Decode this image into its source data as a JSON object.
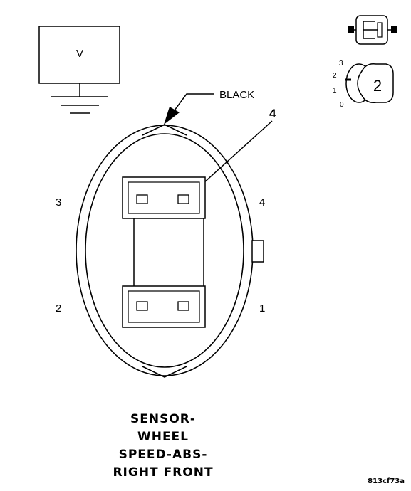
{
  "meter": {
    "label": "V"
  },
  "wire_color": "BLACK",
  "callout": "4",
  "pins": {
    "p1": "1",
    "p2": "2",
    "p3": "3",
    "p4": "4"
  },
  "position_icon": {
    "ticks": [
      "3",
      "2",
      "1",
      "0"
    ],
    "number": "2"
  },
  "title": {
    "line1": "SENSOR-",
    "line2": "WHEEL",
    "line3": "SPEED-ABS-",
    "line4": "RIGHT FRONT"
  },
  "figure_code": "813cf73a"
}
